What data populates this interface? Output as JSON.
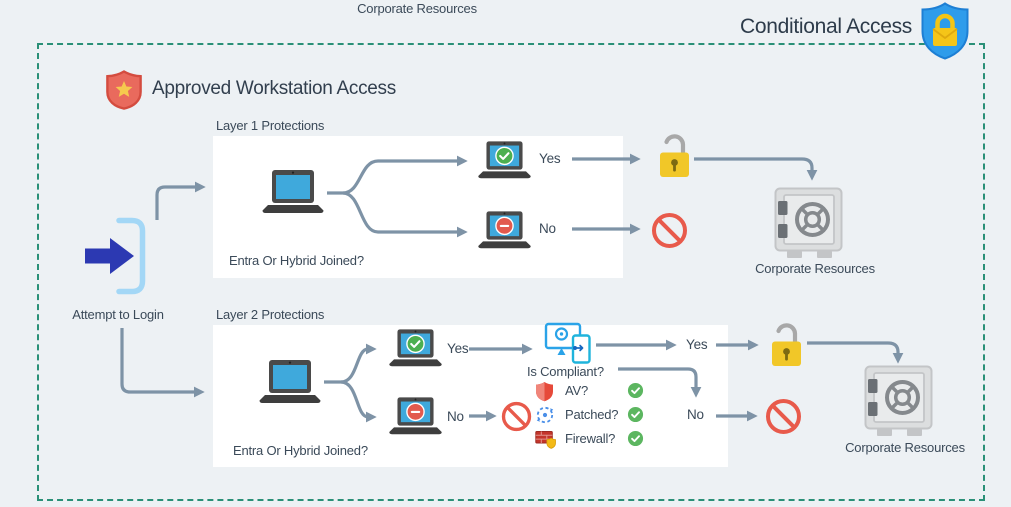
{
  "header": {
    "top_label": "Corporate Resources",
    "title": "Conditional Access",
    "title_icon": "shield-lock-icon"
  },
  "diagram": {
    "heading": "Approved Workstation Access",
    "heading_icon": "shield-star-icon",
    "login": {
      "label": "Attempt to Login",
      "icon": "login-arrow-icon"
    },
    "layer1": {
      "title": "Layer 1 Protections",
      "question": "Entra Or Hybrid Joined?",
      "yes": "Yes",
      "no": "No",
      "yes_result_icon": "unlocked-padlock-icon",
      "no_result_icon": "denied-icon",
      "resources": "Corporate Resources",
      "resources_icon": "safe-vault-icon"
    },
    "layer2": {
      "title": "Layer 2 Protections",
      "question": "Entra Or Hybrid Joined?",
      "yes": "Yes",
      "no": "No",
      "no_result_icon": "denied-icon",
      "compliant": {
        "question": "Is Compliant?",
        "icon": "device-compliance-monitor-icon",
        "yes": "Yes",
        "no": "No",
        "checks": [
          {
            "label": "AV?",
            "icon": "antivirus-shield-icon",
            "status": "pass"
          },
          {
            "label": "Patched?",
            "icon": "patch-sync-icon",
            "status": "pass"
          },
          {
            "label": "Firewall?",
            "icon": "firewall-brick-icon",
            "status": "pass"
          }
        ]
      },
      "resources": "Corporate Resources",
      "resources_icon": "safe-vault-icon"
    },
    "theme": {
      "background": "#edf1f4",
      "panel": "#ffffff",
      "dashed_border": "#2a9077",
      "connector": "#7e93a6",
      "text": "#3b4a59",
      "laptop_screen": "#3fa9dc",
      "pass_green": "#4caf50",
      "fail_red": "#e25a4e",
      "lock_yellow": "#f1c728",
      "login_blue": "#2c39b2",
      "shield_blue": "#2e9ceb",
      "shield_red": "#e96a5d"
    }
  }
}
